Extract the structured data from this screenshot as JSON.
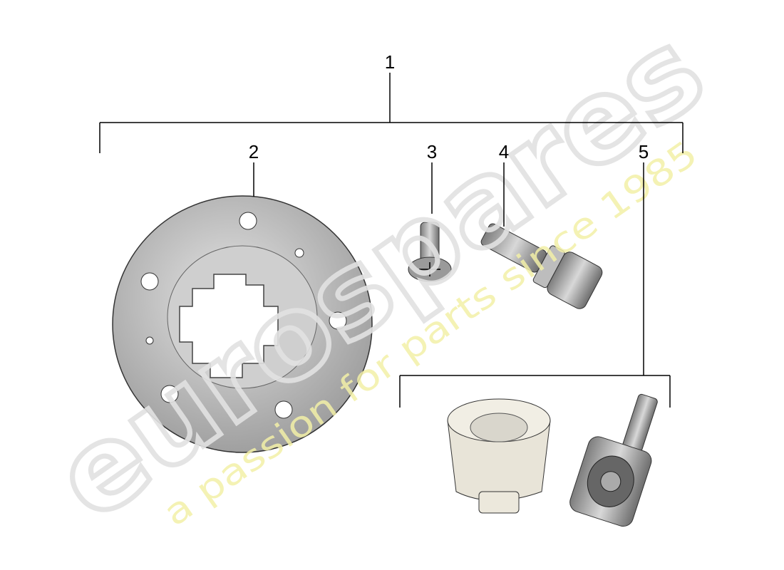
{
  "diagram": {
    "callouts": [
      "1",
      "2",
      "3",
      "4",
      "5"
    ],
    "watermark": {
      "brand": "eurospares",
      "tagline": "a passion for parts since 1985"
    },
    "colors": {
      "line": "#000000",
      "part_fill": "#c9c9c9",
      "part_shade": "#8e8e8e",
      "watermark_gray": "#e2e2e2",
      "watermark_yellow": "#f3f0a8"
    }
  }
}
